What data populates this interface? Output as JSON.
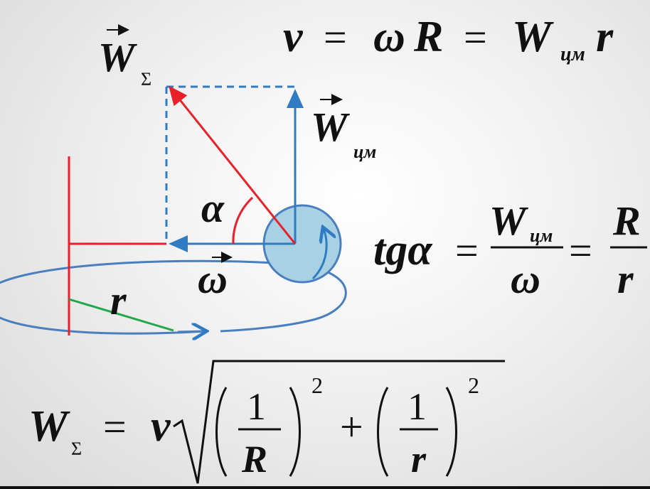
{
  "formulas": {
    "speed": {
      "v": "v",
      "eq1": "=",
      "omega": "ω",
      "R": "R",
      "eq2": "=",
      "W": "W",
      "sub": "цм",
      "r": "r"
    },
    "tan": {
      "tg": "tgα",
      "eq1": "=",
      "num1": "W",
      "num1_sub": "цм",
      "den1": "ω",
      "eq2": "=",
      "num2": "R",
      "den2": "r"
    },
    "total": {
      "W": "W",
      "sub": "Σ",
      "eq": "=",
      "v": "v",
      "one1": "1",
      "R": "R",
      "exp1": "2",
      "plus": "+",
      "one2": "1",
      "r": "r",
      "exp2": "2"
    }
  },
  "diagram": {
    "w_sigma_label": "W",
    "w_sigma_sub": "Σ",
    "w_cm_label": "W",
    "w_cm_sub": "цм",
    "alpha_label": "α",
    "omega_label": "ω",
    "r_label": "r"
  },
  "colors": {
    "red": "#e8202a",
    "blue": "#2f7cc4",
    "green": "#1fa84a",
    "sphere": "#a8d2e4"
  }
}
